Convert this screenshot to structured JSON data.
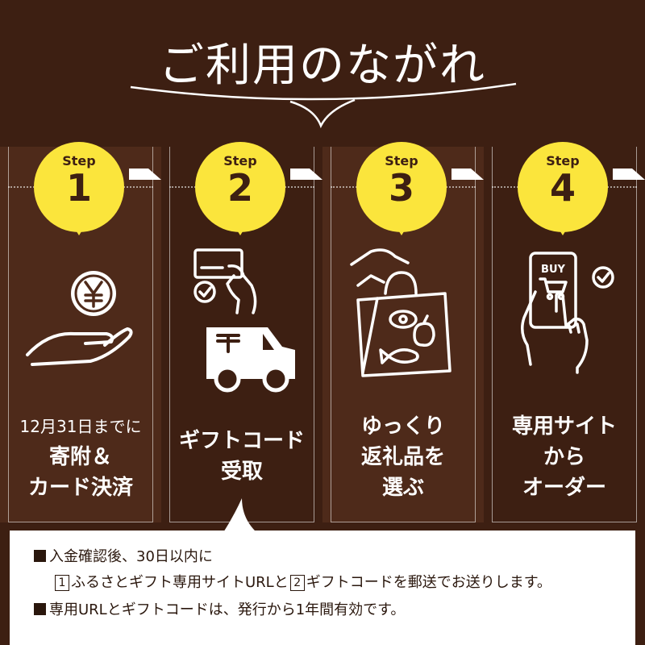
{
  "title": "ご利用のながれ",
  "step_word": "Step",
  "steps": [
    {
      "num": "1",
      "small": "12月31日までに",
      "line1": "寄附＆",
      "line2": "カード決済",
      "icon": "yen-hand-icon"
    },
    {
      "num": "2",
      "line1": "ギフトコード",
      "line2": "受取",
      "icon": "card-truck-icon"
    },
    {
      "num": "3",
      "line1": "ゆっくり",
      "line2": "返礼品を",
      "line3": "選ぶ",
      "icon": "shopping-bag-icon"
    },
    {
      "num": "4",
      "line1": "専用サイト",
      "line2": "から",
      "line3": "オーダー",
      "icon": "smartphone-buy-icon"
    }
  ],
  "phone_label": "BUY",
  "notes": {
    "line1": "入金確認後、30日以内に",
    "line2a": "ふるさとギフト専用サイトURLと",
    "box1": "1",
    "box2": "2",
    "line2b": "ギフトコードを郵送でお送りします。",
    "line3": "専用URLとギフトコードは、発行から1年間有効です。"
  },
  "colors": {
    "background": "#3d1f12",
    "panel": "#4e2a1a",
    "badge": "#fbe53c",
    "text": "#ffffff"
  }
}
